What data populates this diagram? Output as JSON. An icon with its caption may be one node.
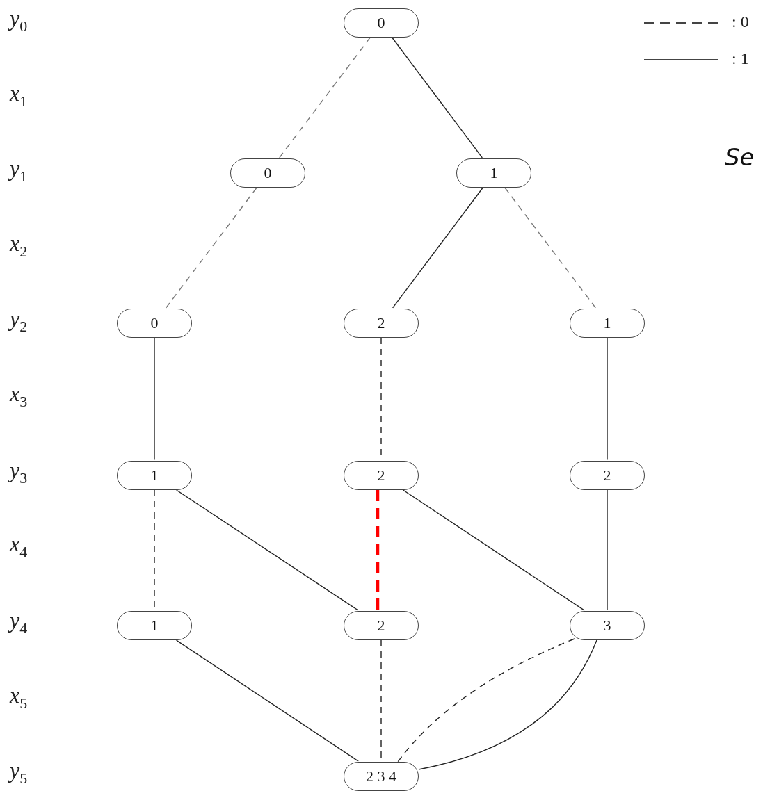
{
  "diagram": {
    "nodes": [
      {
        "text": [
          "0"
        ]
      },
      {
        "text": [
          "0"
        ]
      },
      {
        "text": [
          "1"
        ]
      },
      {
        "text": [
          "0"
        ]
      },
      {
        "text": [
          "2"
        ]
      },
      {
        "text": [
          "1"
        ]
      },
      {
        "text": [
          "1"
        ]
      },
      {
        "text": [
          "2"
        ]
      },
      {
        "text": [
          "2"
        ]
      },
      {
        "text": [
          "1"
        ]
      },
      {
        "text": [
          "2"
        ]
      },
      {
        "text": [
          "3"
        ]
      },
      {
        "text": [
          "2 3 4"
        ]
      }
    ],
    "edges": [
      {
        "from": 0,
        "to": 1,
        "arrow": "none",
        "style": "dashed",
        "color": "#777777"
      },
      {
        "from": 0,
        "to": 2,
        "arrow": "none"
      },
      {
        "from": 1,
        "to": 3,
        "arrow": "none",
        "style": "dashed",
        "color": "#777777"
      },
      {
        "from": 2,
        "to": 4,
        "arrow": "none"
      },
      {
        "from": 2,
        "to": 5,
        "arrow": "none",
        "style": "dashed",
        "color": "#777777"
      },
      {
        "from": 3,
        "to": 6,
        "arrow": "none"
      },
      {
        "from": 4,
        "to": 7,
        "arrow": "none",
        "style": "dashed"
      },
      {
        "from": 5,
        "to": 8,
        "arrow": "none"
      },
      {
        "from": 6,
        "to": 9,
        "arrow": "none",
        "style": "dashed"
      },
      {
        "from": 6,
        "to": 10,
        "arrow": "none"
      },
      {
        "from": 7,
        "to": 10,
        "arrow": "none",
        "style": "dashed",
        "color": "#ff0000"
      },
      {
        "from": 7,
        "to": 11,
        "arrow": "none"
      },
      {
        "from": 8,
        "to": 11,
        "arrow": "none"
      },
      {
        "from": 9,
        "to": 12,
        "arrow": "none"
      },
      {
        "from": 10,
        "to": 12,
        "arrow": "none",
        "style": "dashed"
      },
      {
        "from": 11,
        "to": 12,
        "arrow": "none",
        "style": "dashed"
      },
      {
        "from": 11,
        "to": 12,
        "arrow": "none"
      }
    ],
    "labels": [
      "y$_{0}$",
      "x$_{1}$",
      "y$_{1}$",
      "x$_{2}$",
      "y$_{2}$",
      "x$_{3}$",
      "y$_{3}$",
      "x$_{4}$",
      "y$_{4}$",
      "x$_{5}$",
      "y$_{5}$",
      "Se"
    ],
    "legend": [
      {
        "text": ": 0"
      },
      {
        "text": ": 1"
      }
    ]
  }
}
